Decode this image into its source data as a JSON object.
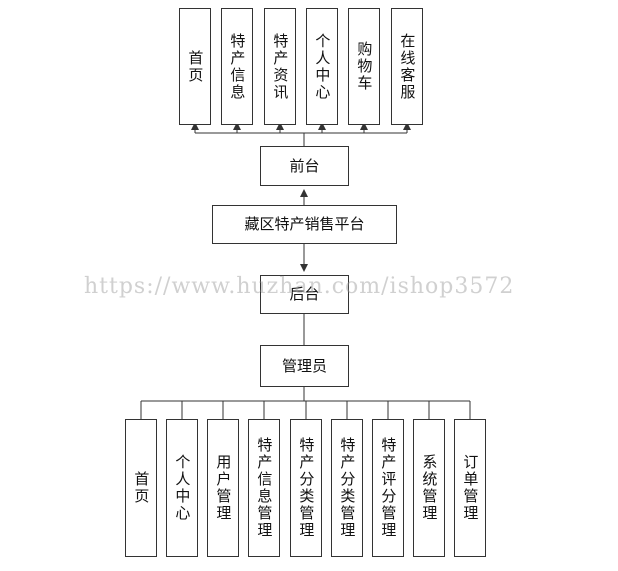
{
  "diagram": {
    "center": {
      "label": "藏区特产销售平台"
    },
    "front": {
      "label": "前台",
      "children": [
        {
          "label": "首页"
        },
        {
          "label": "特产信息"
        },
        {
          "label": "特产资讯"
        },
        {
          "label": "个人中心"
        },
        {
          "label": "购物车"
        },
        {
          "label": "在线客服"
        }
      ]
    },
    "back": {
      "label": "后台"
    },
    "admin": {
      "label": "管理员",
      "children": [
        {
          "label": "首页"
        },
        {
          "label": "个人中心"
        },
        {
          "label": "用户管理"
        },
        {
          "label": "特产信息管理"
        },
        {
          "label": "特产分类管理"
        },
        {
          "label": "特产分类管理"
        },
        {
          "label": "特产评分管理"
        },
        {
          "label": "系统管理"
        },
        {
          "label": "订单管理"
        }
      ]
    }
  },
  "watermark": {
    "text": "https://www.huzhan.com/ishop3572"
  },
  "colors": {
    "line": "#333333",
    "watermark": "#969696"
  }
}
